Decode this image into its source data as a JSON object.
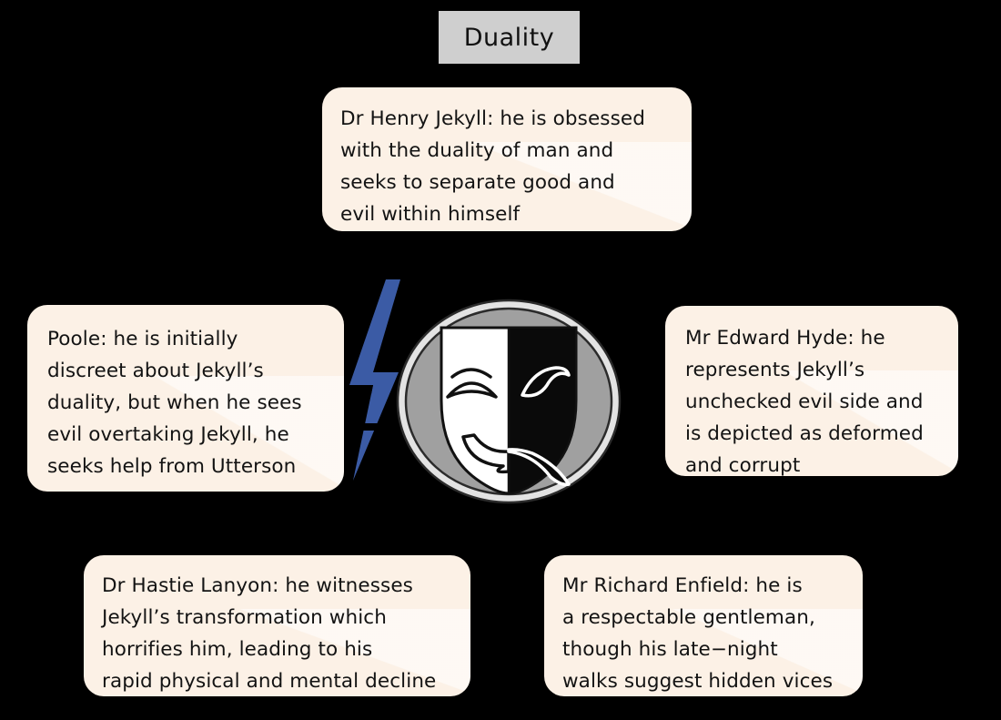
{
  "title": {
    "label": "Duality"
  },
  "theme": {
    "background": "#000000",
    "title_background": "#cfcfcf",
    "note_background": "#fcf1e6",
    "text_color": "#131313",
    "accent_blue": "#3b5ba5",
    "emblem_ring": "#e0e0e0",
    "emblem_disc": "#a0a0a0",
    "mask_light": "#ffffff",
    "mask_dark": "#000000"
  },
  "notes": {
    "jekyll": {
      "id": "dr-henry-jekyll",
      "text": "Dr Henry Jekyll: he is obsessed\nwith the duality of man and\nseeks to separate good and\nevil within himself"
    },
    "poole": {
      "id": "poole",
      "text": "Poole: he is initially\ndiscreet about Jekyll’s\nduality, but when he sees\nevil overtaking Jekyll, he\nseeks help from Utterson"
    },
    "hyde": {
      "id": "mr-edward-hyde",
      "text": "Mr Edward Hyde: he\nrepresents Jekyll’s\nunchecked evil side and\nis depicted as deformed\nand corrupt"
    },
    "lanyon": {
      "id": "dr-hastie-lanyon",
      "text": "Dr Hastie Lanyon: he witnesses\nJekyll’s transformation which\nhorrifies him, leading to his\nrapid physical and mental decline"
    },
    "enfield": {
      "id": "mr-richard-enfield",
      "text": "Mr Richard Enfield: he is\na respectable gentleman,\nthough his late−night\nwalks suggest hidden vices"
    }
  },
  "graphics": {
    "bolt": {
      "name": "lightning-bolt-icon"
    },
    "emblem": {
      "name": "theatre-masks-icon"
    }
  }
}
